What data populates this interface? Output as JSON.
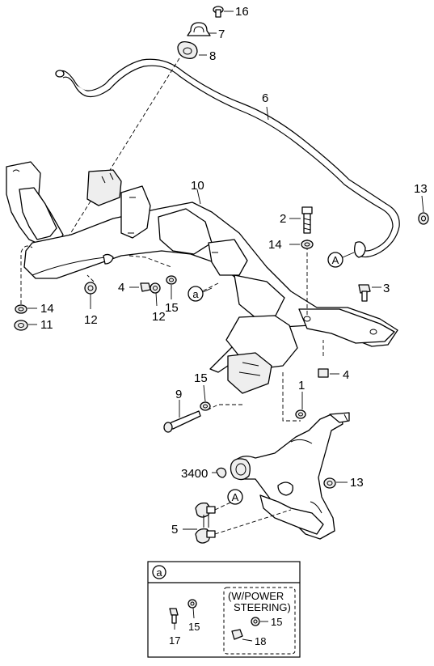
{
  "callouts": {
    "c16": "16",
    "c7": "7",
    "c8": "8",
    "c6": "6",
    "c13_top": "13",
    "c2": "2",
    "c14_mid": "14",
    "c10": "10",
    "c3": "3",
    "c4_left": "4",
    "c15_left": "15",
    "c12_left": "12",
    "c12_mid": "12",
    "c14_left": "14",
    "c11": "11",
    "c4_right": "4",
    "c15_low": "15",
    "c9": "9",
    "c1": "1",
    "c3400": "3400",
    "c13_low": "13",
    "c5": "5"
  },
  "circle_labels": {
    "a_frame": "a",
    "A_stabilizer": "A",
    "A_arm": "A"
  },
  "inset": {
    "ref": "a",
    "part17": "17",
    "part15": "15",
    "power_steering_line1": "(W/POWER",
    "power_steering_line2": "STEERING)",
    "ps15": "15",
    "ps18": "18"
  }
}
